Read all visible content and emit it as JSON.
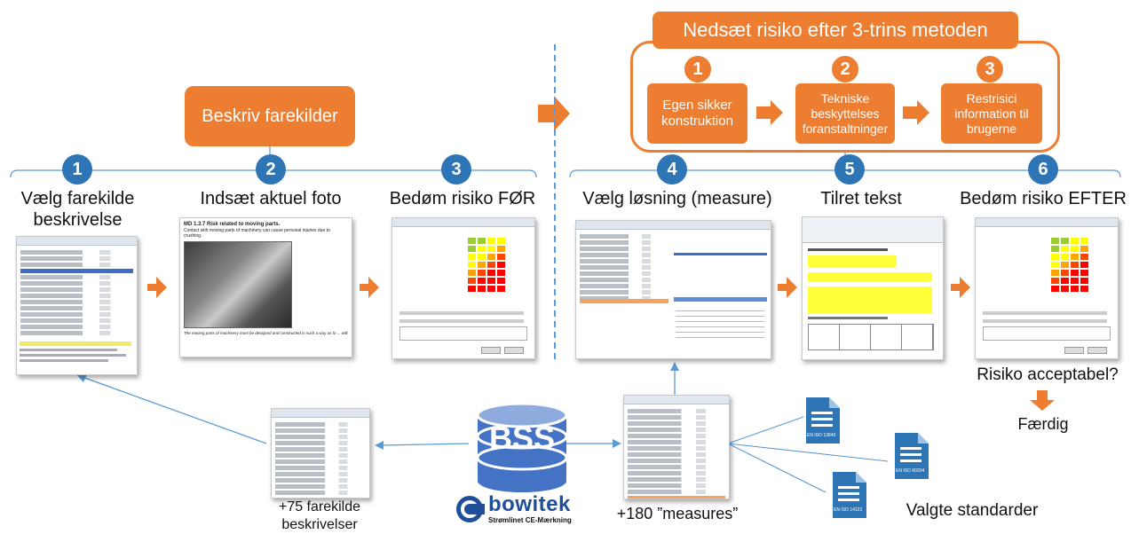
{
  "process_title": "Nedsæt risiko efter 3-trins metoden",
  "describe_box": "Beskriv farekilder",
  "three_steps": [
    {
      "num": "1",
      "label": "Egen sikker konstruktion"
    },
    {
      "num": "2",
      "label": "Tekniske beskyttelses foranstaltninger"
    },
    {
      "num": "3",
      "label": "Restrisici information til brugerne"
    }
  ],
  "steps": [
    {
      "num": "1",
      "label": "Vælg farekilde beskrivelse"
    },
    {
      "num": "2",
      "label": "Indsæt aktuel foto"
    },
    {
      "num": "3",
      "label": "Bedøm risiko FØR"
    },
    {
      "num": "4",
      "label": "Vælg løsning (measure)"
    },
    {
      "num": "5",
      "label": "Tilret tekst"
    },
    {
      "num": "6",
      "label": "Bedøm risiko EFTER"
    }
  ],
  "risk_question": "Risiko acceptabel?",
  "done_label": "Færdig",
  "database_label": "BSS",
  "hazard_count_label": "+75 farekilde beskrivelser",
  "measures_count_label": "+180 ”measures”",
  "standards_label": "Valgte standarder",
  "standards": [
    "EN ISO 13849",
    "EN ISO 60204",
    "EN ISO 14122"
  ],
  "brand": {
    "name": "bowitek",
    "tagline": "Strømlinet CE-Mærkning"
  },
  "photo_doc": {
    "heading": "MD 1.3.7 Risk related to moving parts.",
    "body": "Contact with moving parts of machinery can cause personal injuries due to crushing.",
    "footer": "The moving parts of machinery must be designed and constructed in such a way as to ... with guards or protective devices. All necessary steps must be taken to prevent accidental blockage of moving parts inv... occur, the necessary specific protective devices and tools must, when appropriate, be ... The instructions and, where possible, a sign on the machinery shall identify these spe..."
  },
  "colors": {
    "orange": "#ED7D31",
    "blue": "#2E75B6",
    "db_blue": "#4472C4",
    "arrow_blue": "#5B9BD5"
  }
}
